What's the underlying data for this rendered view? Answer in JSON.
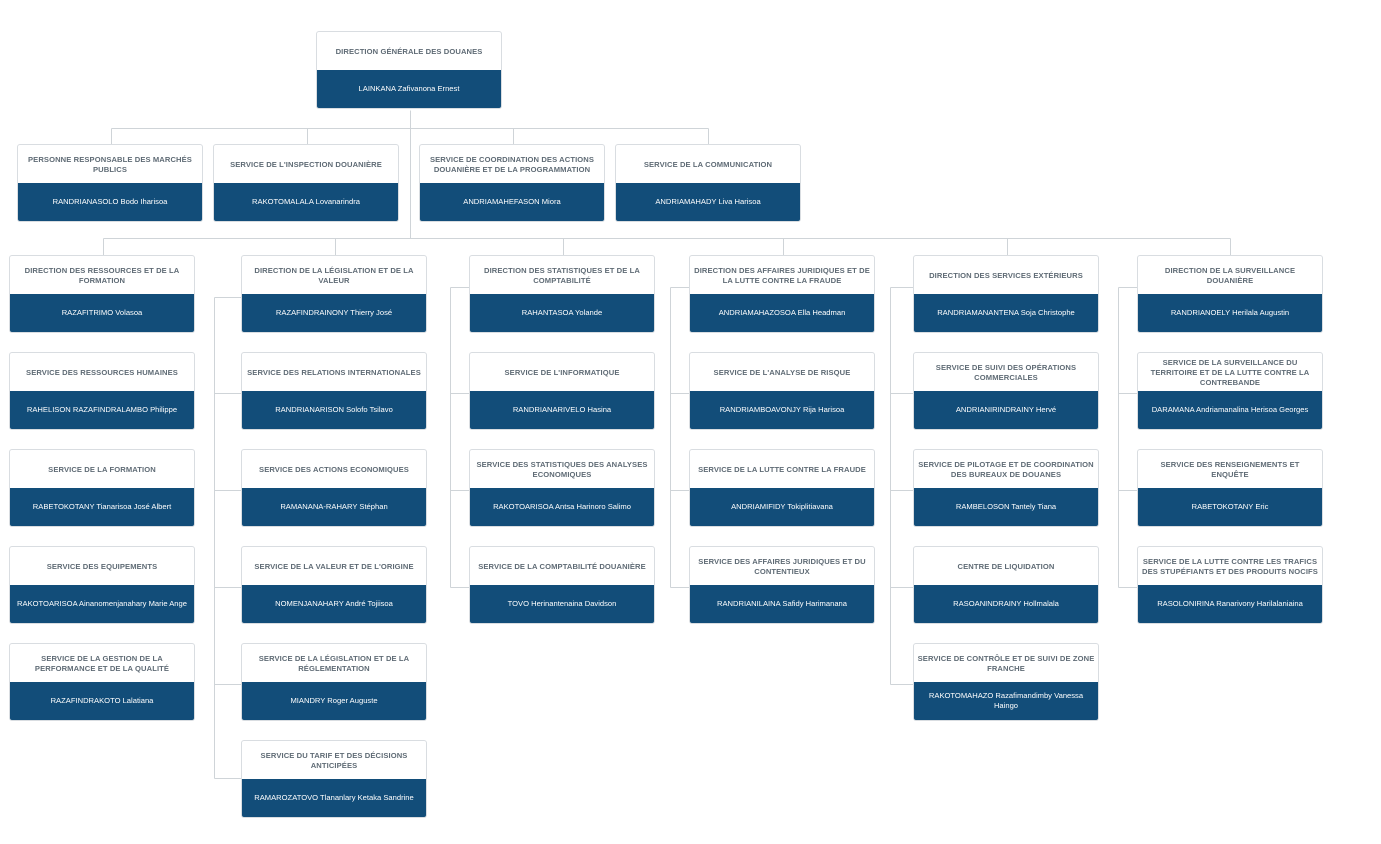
{
  "orgchart": {
    "root": {
      "title": "DIRECTION GÉNÉRALE DES DOUANES",
      "name": "LAINKANA Zafivanona Ernest"
    },
    "services": [
      {
        "title": "PERSONNE RESPONSABLE DES MARCHÉS PUBLICS",
        "name": "RANDRIANASOLO Bodo Iharisoa"
      },
      {
        "title": "SERVICE DE L'INSPECTION DOUANIÈRE",
        "name": "RAKOTOMALALA Lovanarindra"
      },
      {
        "title": "SERVICE DE COORDINATION DES ACTIONS DOUANIÈRE ET DE LA PROGRAMMATION",
        "name": "ANDRIAMAHEFASON Miora"
      },
      {
        "title": "SERVICE DE LA COMMUNICATION",
        "name": "ANDRIAMAHADY Liva Harisoa"
      }
    ],
    "directions": [
      {
        "title": "DIRECTION DES RESSOURCES ET DE LA FORMATION",
        "name": "RAZAFITRIMO Volasoa",
        "children": [
          {
            "title": "SERVICE DES RESSOURCES HUMAINES",
            "name": "RAHELISON RAZAFINDRALAMBO Philippe"
          },
          {
            "title": "SERVICE DE LA FORMATION",
            "name": "RABETOKOTANY Tianarisoa José Albert"
          },
          {
            "title": "SERVICE DES EQUIPEMENTS",
            "name": "RAKOTOARISOA Ainanomenjanahary Marie Ange"
          },
          {
            "title": "SERVICE DE LA GESTION DE LA PERFORMANCE ET DE LA QUALITÉ",
            "name": "RAZAFINDRAKOTO Lalatiana"
          }
        ]
      },
      {
        "title": "DIRECTION DE LA LÉGISLATION ET DE LA VALEUR",
        "name": "RAZAFINDRAINONY Thierry José",
        "children": [
          {
            "title": "SERVICE DES RELATIONS INTERNATIONALES",
            "name": "RANDRIANARISON Solofo Tsilavo"
          },
          {
            "title": "SERVICE DES ACTIONS ECONOMIQUES",
            "name": "RAMANANA-RAHARY Stéphan"
          },
          {
            "title": "SERVICE DE LA VALEUR ET DE L'ORIGINE",
            "name": "NOMENJANAHARY André Tojiisoa"
          },
          {
            "title": "SERVICE DE LA LÉGISLATION ET DE LA RÉGLEMENTATION",
            "name": "MIANDRY Roger Auguste"
          },
          {
            "title": "SERVICE DU TARIF ET DES DÉCISIONS ANTICIPÉES",
            "name": "RAMAROZATOVO Tlananlary Ketaka Sandrine"
          }
        ]
      },
      {
        "title": "DIRECTION DES STATISTIQUES ET DE LA COMPTABILITÉ",
        "name": "RAHANTASOA Yolande",
        "children": [
          {
            "title": "SERVICE DE L'INFORMATIQUE",
            "name": "RANDRIANARIVELO Hasina"
          },
          {
            "title": "SERVICE DES STATISTIQUES DES ANALYSES ECONOMIQUES",
            "name": "RAKOTOARISOA Antsa Harinoro Salimo"
          },
          {
            "title": "SERVICE DE LA COMPTABILITÉ DOUANIÈRE",
            "name": "TOVO Herinantenaina Davidson"
          }
        ]
      },
      {
        "title": "DIRECTION DES AFFAIRES JURIDIQUES ET DE LA LUTTE CONTRE LA FRAUDE",
        "name": "ANDRIAMAHAZOSOA Ella Headman",
        "children": [
          {
            "title": "SERVICE DE L'ANALYSE DE RISQUE",
            "name": "RANDRIAMBOAVONJY Rija Harisoa"
          },
          {
            "title": "SERVICE DE LA LUTTE CONTRE LA FRAUDE",
            "name": "ANDRIAMIFIDY Tokiplitiavana"
          },
          {
            "title": "SERVICE DES AFFAIRES JURIDIQUES ET DU CONTENTIEUX",
            "name": "RANDRIANILAINA Safidy Harimanana"
          }
        ]
      },
      {
        "title": "DIRECTION DES SERVICES EXTÉRIEURS",
        "name": "RANDRIAMANANTENA Soja Christophe",
        "children": [
          {
            "title": "SERVICE DE SUIVI DES OPÉRATIONS COMMERCIALES",
            "name": "ANDRIANIRINDRAINY Hervé"
          },
          {
            "title": "SERVICE DE PILOTAGE ET DE COORDINATION DES BUREAUX DE DOUANES",
            "name": "RAMBELOSON Tantely Tiana"
          },
          {
            "title": "CENTRE DE LIQUIDATION",
            "name": "RASOANINDRAINY Hollmalala"
          },
          {
            "title": "SERVICE DE CONTRÔLE ET DE SUIVI DE ZONE FRANCHE",
            "name": "RAKOTOMAHAZO Razafimandimby Vanessa Haingo"
          }
        ]
      },
      {
        "title": "DIRECTION DE LA SURVEILLANCE DOUANIÈRE",
        "name": "RANDRIANOELY Herilala Augustin",
        "children": [
          {
            "title": "SERVICE DE LA SURVEILLANCE DU TERRITOIRE ET DE LA LUTTE CONTRE LA CONTREBANDE",
            "name": "DARAMANA Andriamanalina Herisoa Georges"
          },
          {
            "title": "SERVICE DES RENSEIGNEMENTS ET ENQUÊTE",
            "name": "RABETOKOTANY Eric"
          },
          {
            "title": "SERVICE DE LA LUTTE CONTRE LES TRAFICS DES STUPÉFIANTS ET DES PRODUITS NOCIFS",
            "name": "RASOLONIRINA Ranarivony Harilalaniaina"
          }
        ]
      }
    ]
  },
  "colors": {
    "accent": "#124d79",
    "line": "#cfd4d8",
    "title_text": "#5f6b75"
  }
}
